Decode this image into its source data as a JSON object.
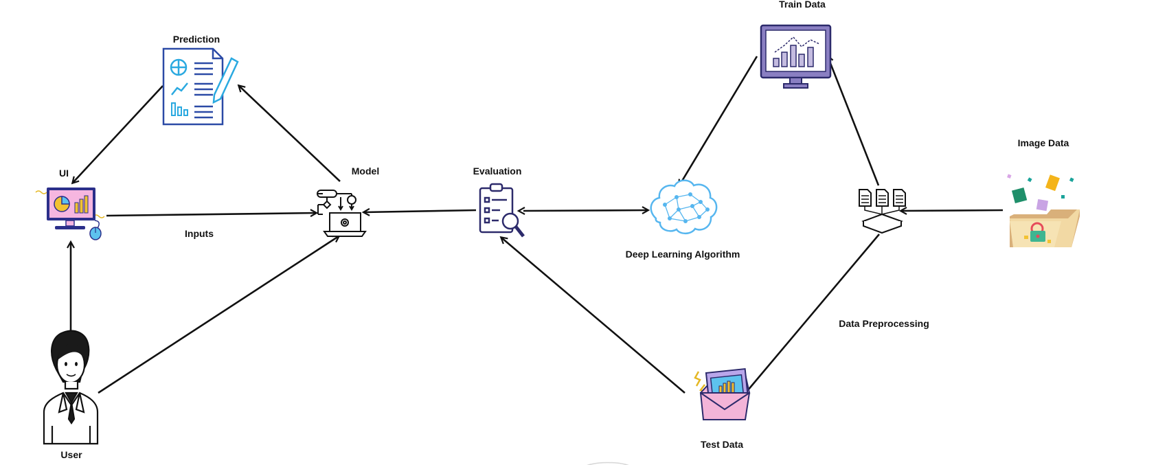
{
  "diagram": {
    "labels": {
      "prediction": "Prediction",
      "ui": "UI",
      "model": "Model",
      "inputs": "Inputs",
      "evaluation": "Evaluation",
      "train_data": "Train Data",
      "deep_learning": "Deep Learning Algorithm",
      "image_data": "Image Data",
      "data_preprocessing": "Data Preprocessing",
      "test_data": "Test Data",
      "user": "User"
    },
    "icons": {
      "prediction": "report-document-icon",
      "ui": "computer-dashboard-icon",
      "model": "flowchart-laptop-icon",
      "evaluation": "checklist-magnifier-icon",
      "train_data": "monitor-chart-icon",
      "deep_learning": "brain-network-icon",
      "image_data": "folder-icon",
      "data_preprocessing": "documents-merge-icon",
      "test_data": "envelope-chart-icon",
      "user": "person-icon"
    },
    "colors": {
      "arrow": "#111111",
      "document_blue": "#2b4aa6",
      "icon_cyan": "#2aa9e0",
      "monitor_purple": "#8a7fc2",
      "brain_blue": "#56b6ef",
      "folder_tan": "#e8c98a",
      "envelope_pink": "#f3b4d8"
    }
  }
}
